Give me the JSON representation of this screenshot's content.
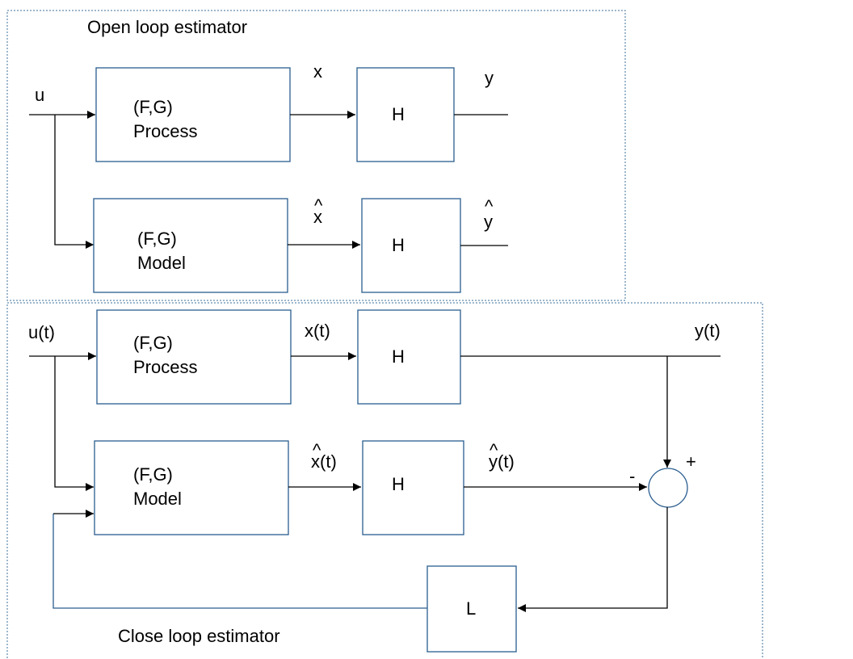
{
  "open_loop": {
    "title": "Open loop estimator",
    "input_label": "u",
    "process_block": {
      "line1": "(F,G)",
      "line2": "Process"
    },
    "model_block": {
      "line1": "(F,G)",
      "line2": "Model"
    },
    "state_label": "x",
    "state_hat_label": "x",
    "h_label_top": "H",
    "h_label_bottom": "H",
    "output_label": "y",
    "output_hat_label": "y",
    "hat_symbol": "^"
  },
  "closed_loop": {
    "title": "Close loop estimator",
    "input_label": "u(t)",
    "process_block": {
      "line1": "(F,G)",
      "line2": "Process"
    },
    "model_block": {
      "line1": "(F,G)",
      "line2": "Model"
    },
    "state_label": "x(t)",
    "state_hat_label": "x(t)",
    "h_label_top": "H",
    "h_label_bottom": "H",
    "output_label": "y(t)",
    "output_hat_label": "y(t)",
    "minus_sign": "-",
    "plus_sign": "+",
    "gain_label": "L",
    "hat_symbol": "^"
  }
}
